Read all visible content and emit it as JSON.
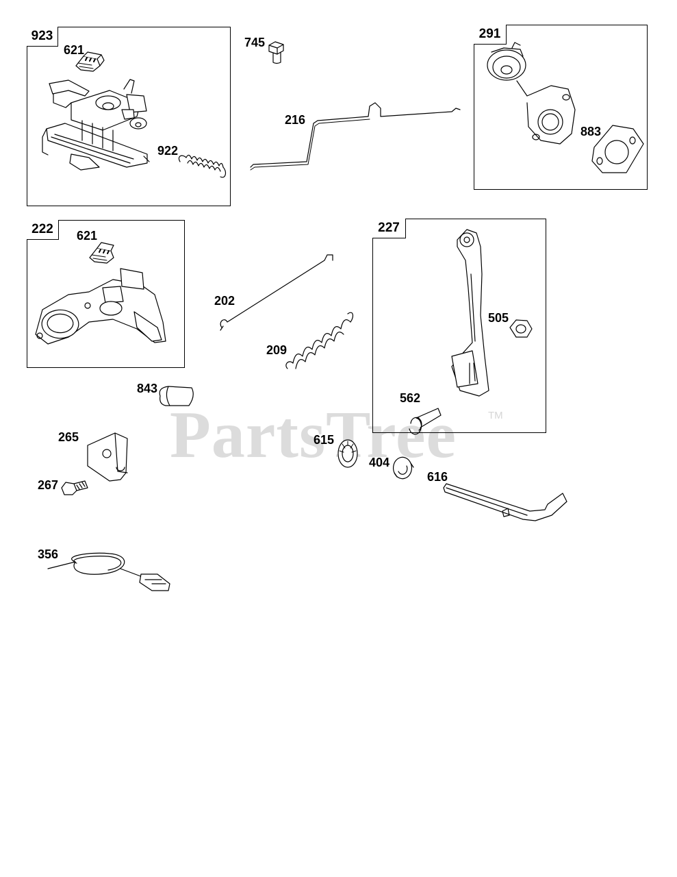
{
  "watermark": {
    "text": "PartsTree",
    "trademark": "TM"
  },
  "boxes": [
    {
      "id": "923"
    },
    {
      "id": "291"
    },
    {
      "id": "222"
    },
    {
      "id": "227"
    }
  ],
  "parts": {
    "p621a": "621",
    "p922": "922",
    "p745": "745",
    "p216": "216",
    "p883": "883",
    "p621b": "621",
    "p202": "202",
    "p209": "209",
    "p505": "505",
    "p562": "562",
    "p843": "843",
    "p265": "265",
    "p267": "267",
    "p615": "615",
    "p404": "404",
    "p616": "616",
    "p356": "356"
  }
}
